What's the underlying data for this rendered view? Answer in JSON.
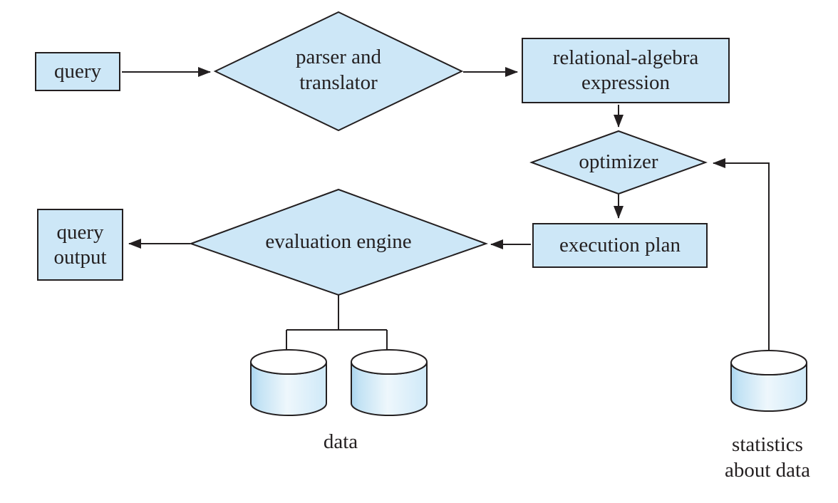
{
  "diagram": {
    "nodes": {
      "query": {
        "type": "box",
        "label": "query"
      },
      "parser_translator": {
        "type": "diamond",
        "label_line1": "parser and",
        "label_line2": "translator"
      },
      "relational_algebra": {
        "type": "box",
        "label_line1": "relational-algebra",
        "label_line2": "expression"
      },
      "optimizer": {
        "type": "diamond",
        "label": "optimizer"
      },
      "execution_plan": {
        "type": "box",
        "label": "execution plan"
      },
      "evaluation_engine": {
        "type": "diamond",
        "label": "evaluation engine"
      },
      "query_output": {
        "type": "box",
        "label_line1": "query",
        "label_line2": "output"
      },
      "data": {
        "type": "cylinder-pair",
        "label": "data"
      },
      "statistics": {
        "type": "cylinder",
        "label_line1": "statistics",
        "label_line2": "about data"
      }
    },
    "edges": [
      {
        "from": "query",
        "to": "parser_translator",
        "arrow": true
      },
      {
        "from": "parser_translator",
        "to": "relational_algebra",
        "arrow": true
      },
      {
        "from": "relational_algebra",
        "to": "optimizer",
        "arrow": true
      },
      {
        "from": "statistics",
        "to": "optimizer",
        "arrow": true
      },
      {
        "from": "optimizer",
        "to": "execution_plan",
        "arrow": true
      },
      {
        "from": "execution_plan",
        "to": "evaluation_engine",
        "arrow": true
      },
      {
        "from": "evaluation_engine",
        "to": "query_output",
        "arrow": true
      },
      {
        "from": "evaluation_engine",
        "to": "data",
        "arrow": false
      }
    ],
    "colors": {
      "node_fill": "#cde7f7",
      "stroke": "#231f20",
      "cylinder_gradient_left": "#a8d4ee",
      "cylinder_gradient_mid": "#eef7fc",
      "cylinder_gradient_right": "#cfe9f8",
      "cylinder_top_fill": "#ffffff",
      "background": "#ffffff",
      "text": "#231f20"
    }
  }
}
